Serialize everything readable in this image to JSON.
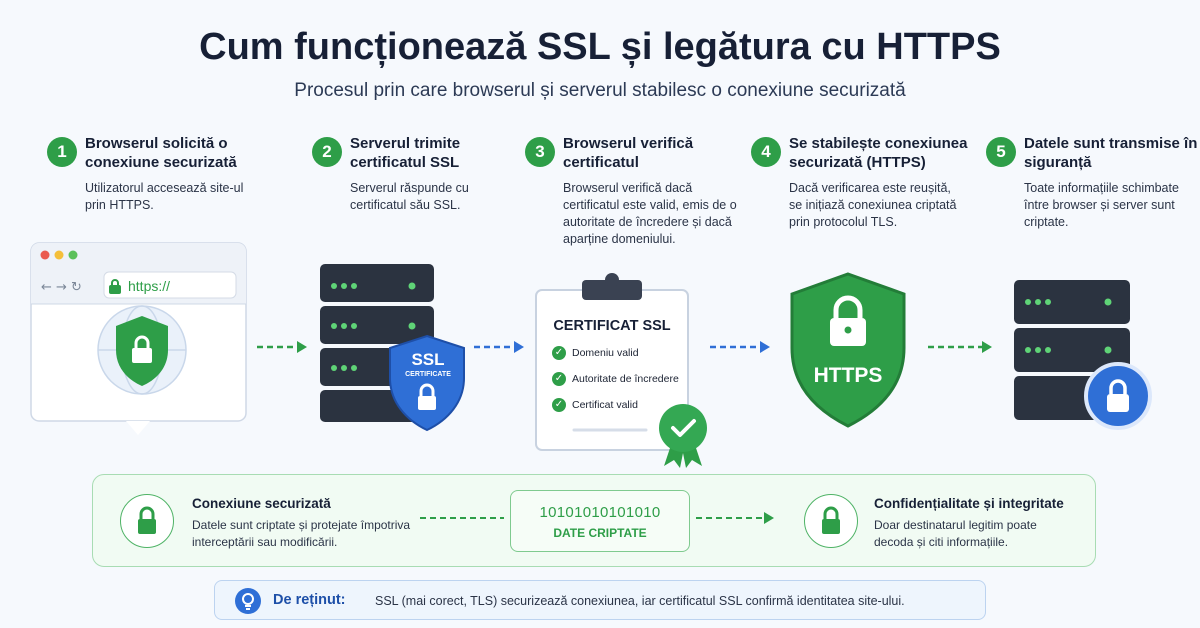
{
  "title": "Cum funcționează SSL și legătura cu HTTPS",
  "subtitle": "Procesul prin care browserul și serverul stabilesc o conexiune securizată",
  "steps": [
    {
      "num": "1",
      "title": "Browserul solicită o conexiune securizată",
      "desc": "Utilizatorul accesează site-ul prin HTTPS."
    },
    {
      "num": "2",
      "title": "Serverul trimite certificatul SSL",
      "desc": "Serverul răspunde cu certificatul său SSL."
    },
    {
      "num": "3",
      "title": "Browserul verifică certificatul",
      "desc": "Browserul verifică dacă certificatul este valid, emis de o autoritate de încredere și dacă aparține domeniului."
    },
    {
      "num": "4",
      "title": "Se stabilește conexiunea securizată (HTTPS)",
      "desc": "Dacă verificarea este reușită, se inițiază conexiunea criptată prin protocolul TLS."
    },
    {
      "num": "5",
      "title": "Datele sunt transmise în siguranță",
      "desc": "Toate informațiile schimbate între browser și server sunt criptate."
    }
  ],
  "browser": {
    "url": "https://"
  },
  "ssl_shield": {
    "line1": "SSL",
    "line2": "CERTIFICATE"
  },
  "certificate": {
    "title": "CERTIFICAT SSL",
    "checks": [
      "Domeniu valid",
      "Autoritate de încredere",
      "Certificat valid"
    ]
  },
  "https_shield": {
    "label": "HTTPS"
  },
  "security": {
    "left_title": "Conexiune securizată",
    "left_desc": "Datele sunt criptate și protejate împotriva interceptării sau modificării.",
    "binary": "10101010101010",
    "binary_label": "DATE CRIPTATE",
    "right_title": "Confidențialitate și integritate",
    "right_desc": "Doar destinatarul legitim poate decoda și citi informațiile."
  },
  "note": {
    "title": "De reținut:",
    "text": "SSL (mai corect, TLS) securizează conexiunea, iar certificatul SSL confirmă identitatea site-ului."
  },
  "colors": {
    "green": "#2e9e48",
    "blue": "#2f6fd6",
    "server": "#2b3340"
  }
}
